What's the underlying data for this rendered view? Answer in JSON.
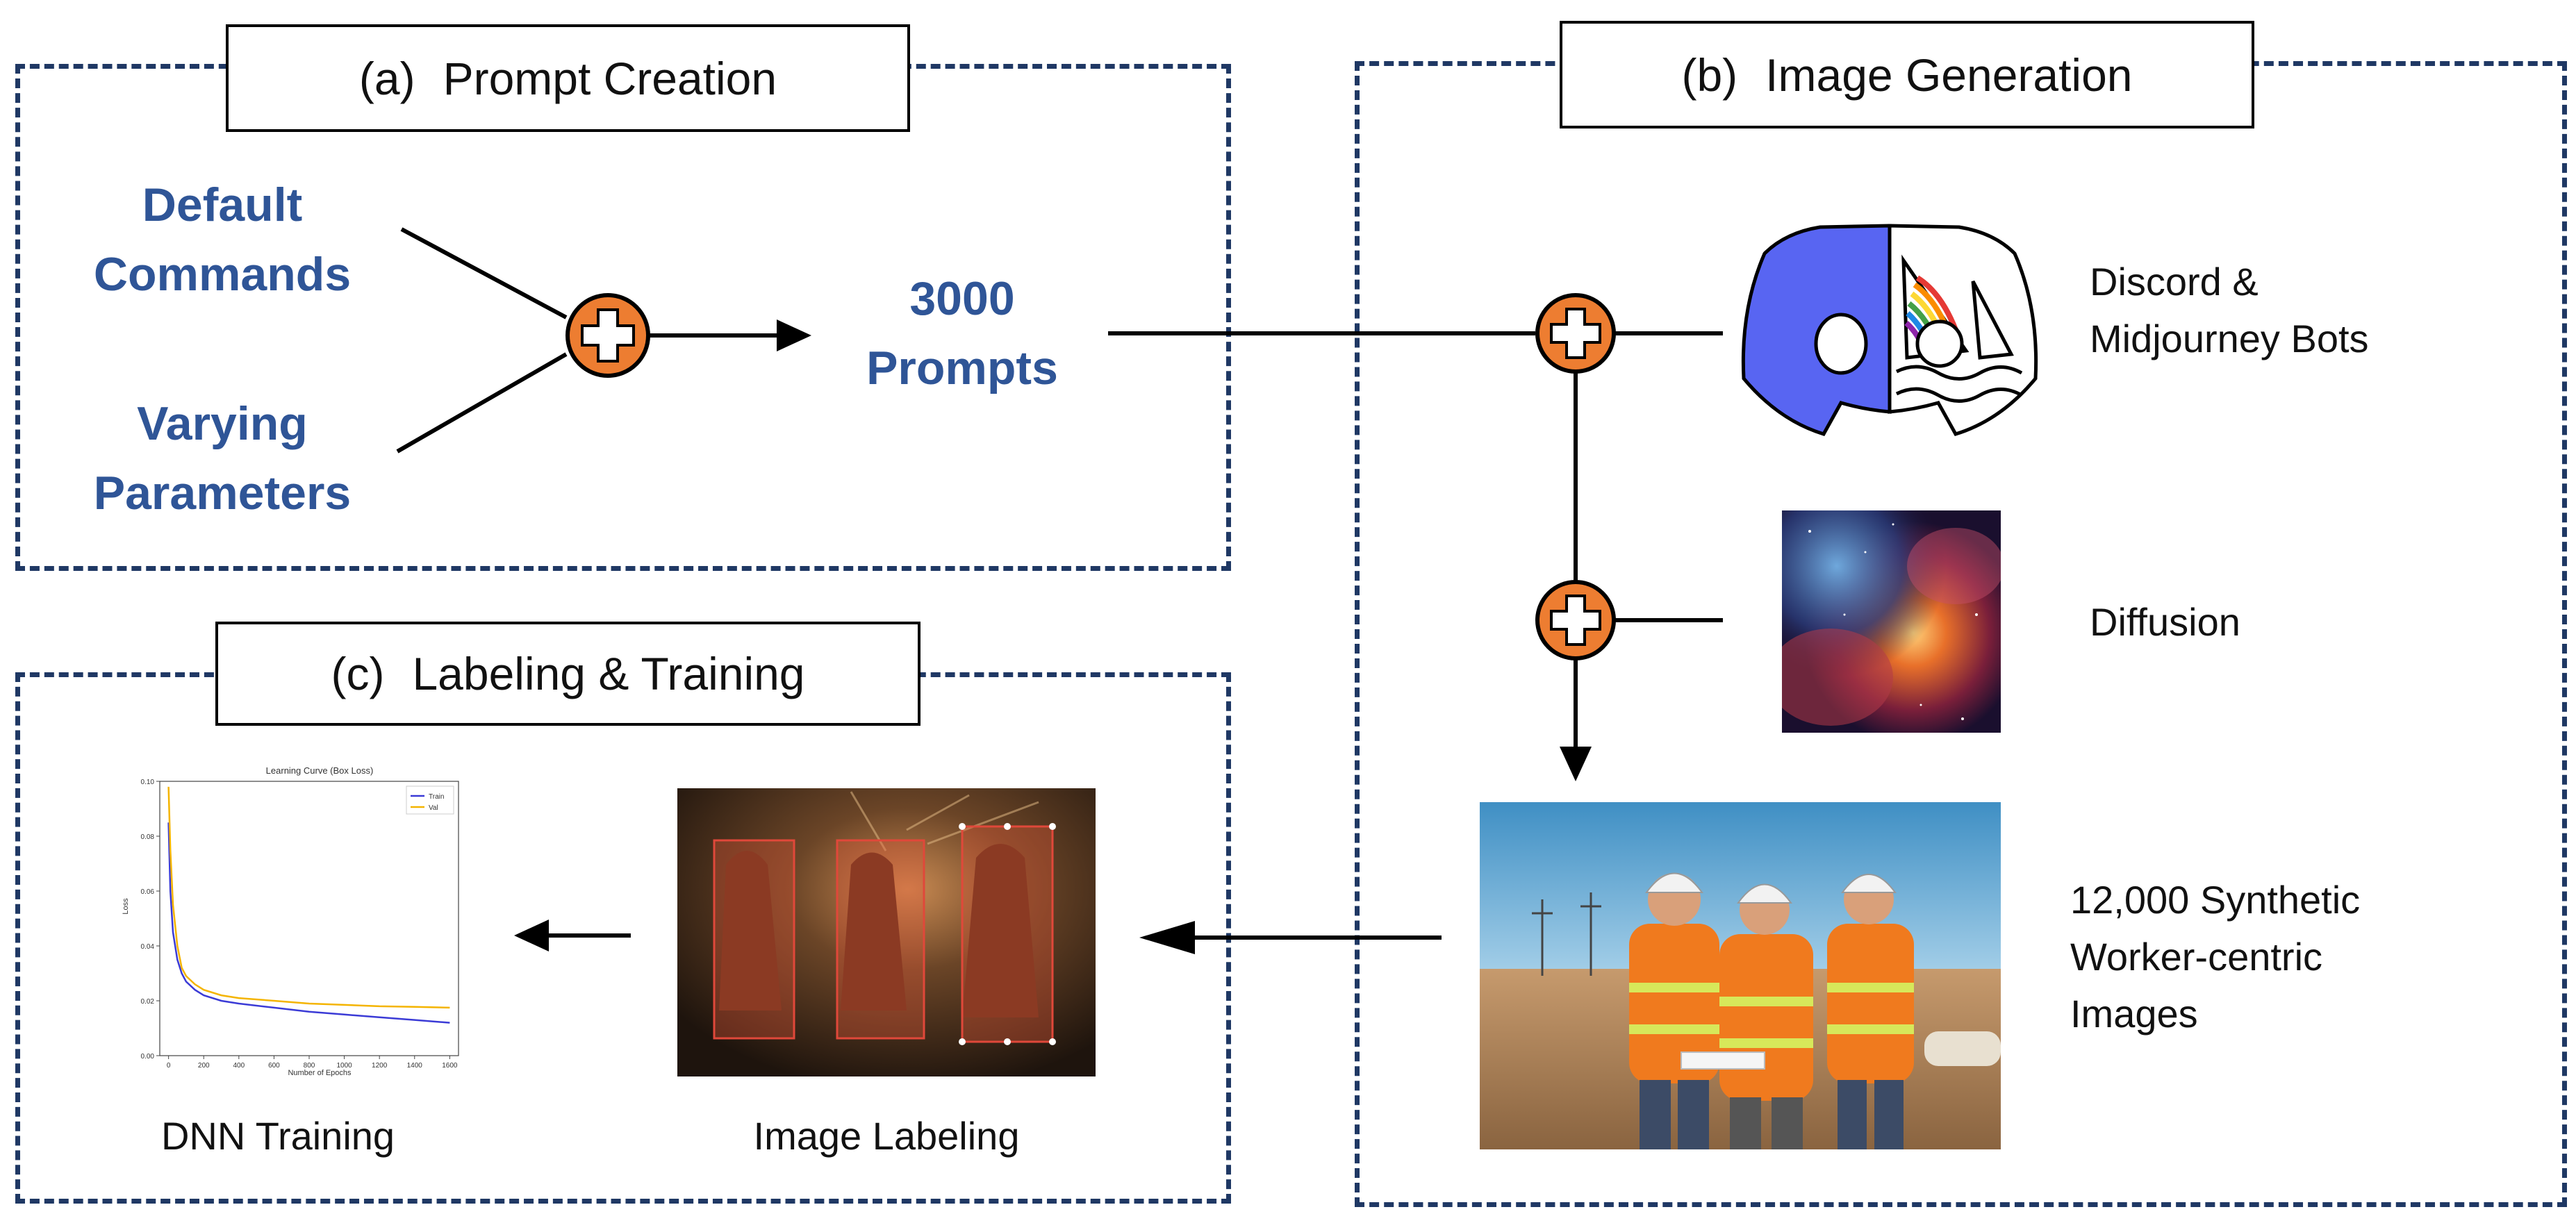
{
  "panels": {
    "prompt_creation": {
      "tag": "(a)",
      "title": "Prompt Creation"
    },
    "image_generation": {
      "tag": "(b)",
      "title": "Image Generation"
    },
    "labeling_training": {
      "tag": "(c)",
      "title": "Labeling & Training"
    }
  },
  "inputs": {
    "default_line1": "Default",
    "default_line2": "Commands",
    "varying_line1": "Varying",
    "varying_line2": "Parameters"
  },
  "prompts": {
    "line1": "3000",
    "line2": "Prompts"
  },
  "generators": {
    "bots_line1": "Discord &",
    "bots_line2": "Midjourney Bots",
    "diffusion": "Diffusion"
  },
  "synthetic": {
    "line1": "12,000 Synthetic",
    "line2": "Worker-centric",
    "line3": "Images"
  },
  "outputs": {
    "image_labeling": "Image Labeling",
    "dnn_training": "DNN Training"
  },
  "chart_data": {
    "type": "line",
    "title": "Learning Curve (Box Loss)",
    "xlabel": "Number of Epochs",
    "ylabel": "Loss",
    "x_ticks": [
      0,
      200,
      400,
      600,
      800,
      1000,
      1200,
      1400,
      1600
    ],
    "y_ticks": [
      0.0,
      0.02,
      0.04,
      0.06,
      0.08,
      0.1
    ],
    "xlim": [
      -50,
      1650
    ],
    "ylim": [
      0.0,
      0.1
    ],
    "legend_position": "top-right",
    "grid": false,
    "series": [
      {
        "name": "Train",
        "color": "#3b3bd6",
        "x": [
          0,
          10,
          25,
          50,
          75,
          100,
          150,
          200,
          300,
          400,
          600,
          800,
          1000,
          1200,
          1400,
          1600
        ],
        "y": [
          0.085,
          0.06,
          0.045,
          0.035,
          0.03,
          0.027,
          0.024,
          0.022,
          0.02,
          0.019,
          0.0175,
          0.016,
          0.015,
          0.014,
          0.013,
          0.012
        ]
      },
      {
        "name": "Val",
        "color": "#f4b400",
        "x": [
          0,
          10,
          25,
          50,
          75,
          100,
          150,
          200,
          300,
          400,
          600,
          800,
          1000,
          1200,
          1400,
          1600
        ],
        "y": [
          0.098,
          0.075,
          0.055,
          0.04,
          0.032,
          0.029,
          0.026,
          0.024,
          0.022,
          0.021,
          0.02,
          0.019,
          0.0185,
          0.018,
          0.0178,
          0.0175
        ]
      }
    ]
  },
  "colors": {
    "panel_border": "#1f3864",
    "label_blue": "#2f5597",
    "plus_orange": "#ed7d31",
    "discord_blue": "#5865f2",
    "bbox_red": "#e0483a"
  },
  "icons": {
    "plus": "plus-circle-icon",
    "discord": "discord-icon",
    "midjourney": "midjourney-sailboat-icon"
  }
}
